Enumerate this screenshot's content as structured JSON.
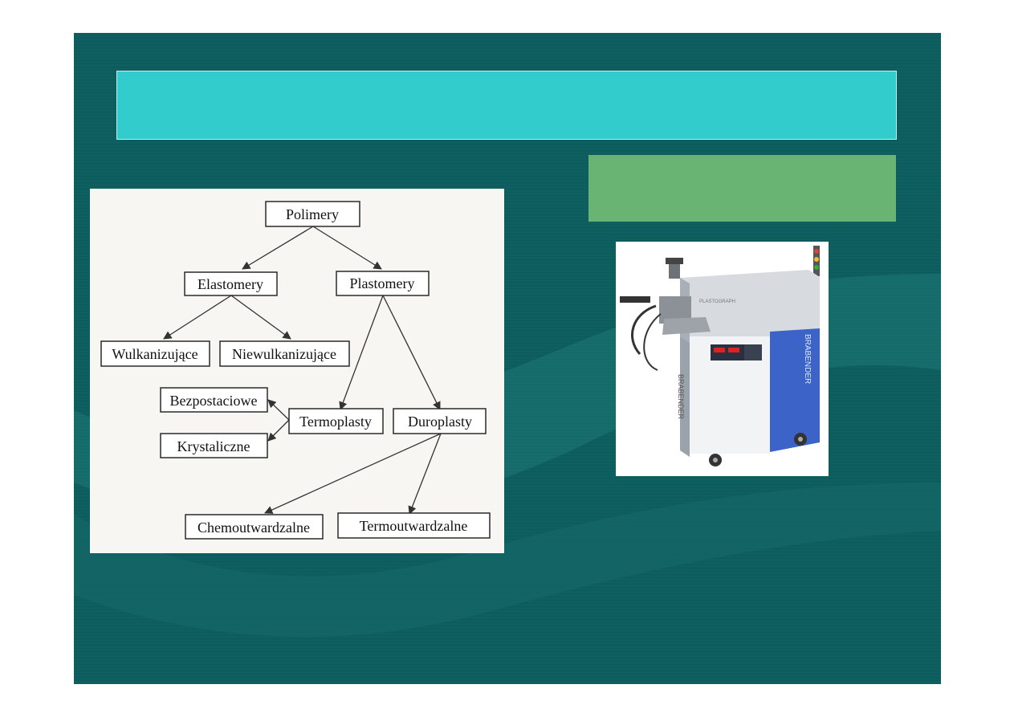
{
  "diagram": {
    "nodes": {
      "polimery": "Polimery",
      "elastomery": "Elastomery",
      "plastomery": "Plastomery",
      "wulkanizujace": "Wulkanizujące",
      "niewulkanizujace": "Niewulkanizujące",
      "bezpostaciowe": "Bezpostaciowe",
      "termoplasty": "Termoplasty",
      "duroplasty": "Duroplasty",
      "krystaliczne": "Krystaliczne",
      "chemoutwardzalne": "Chemoutwardzalne",
      "termoutwardzalne": "Termoutwardzalne"
    }
  },
  "photo": {
    "subject": "Brabender Plastograph machine",
    "brand_text": "BRABENDER",
    "model_text": "PLASTOGRAPH"
  },
  "colors": {
    "slide_background": "#0e5f5f",
    "title_bar": "#33cccc",
    "subtitle_bar": "#6ab473",
    "machine_blue": "#3b63c8"
  }
}
